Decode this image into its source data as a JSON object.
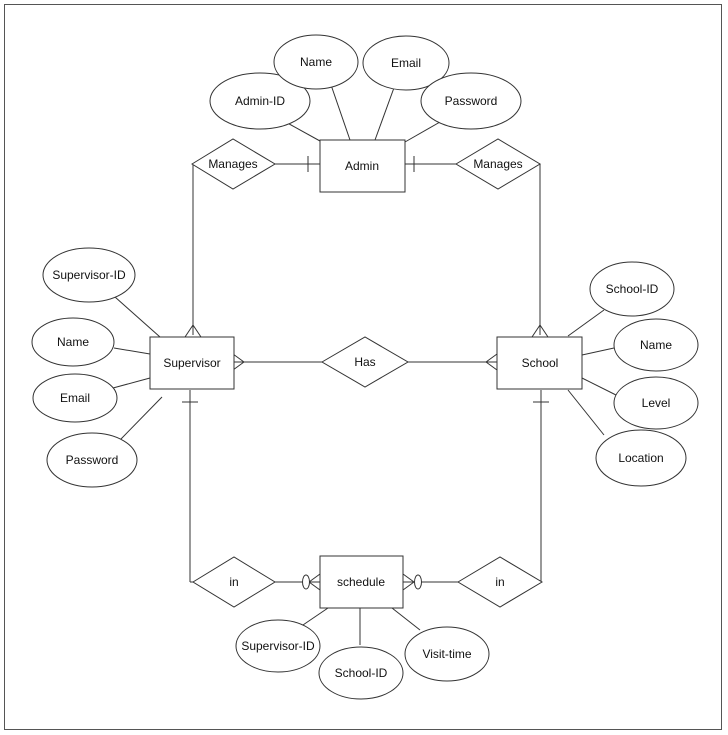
{
  "entities": {
    "admin": "Admin",
    "supervisor": "Supervisor",
    "school": "School",
    "schedule": "schedule"
  },
  "relationships": {
    "manages_left": "Manages",
    "manages_right": "Manages",
    "has": "Has",
    "in_left": "in",
    "in_right": "in"
  },
  "attributes": {
    "admin": [
      "Admin-ID",
      "Name",
      "Email",
      "Password"
    ],
    "supervisor": [
      "Supervisor-ID",
      "Name",
      "Email",
      "Password"
    ],
    "school": [
      "School-ID",
      "Name",
      "Level",
      "Location"
    ],
    "schedule": [
      "Supervisor-ID",
      "School-ID",
      "Visit-time"
    ]
  },
  "colors": {
    "stroke": "#333333",
    "fill": "#ffffff",
    "frame": "#555555"
  }
}
